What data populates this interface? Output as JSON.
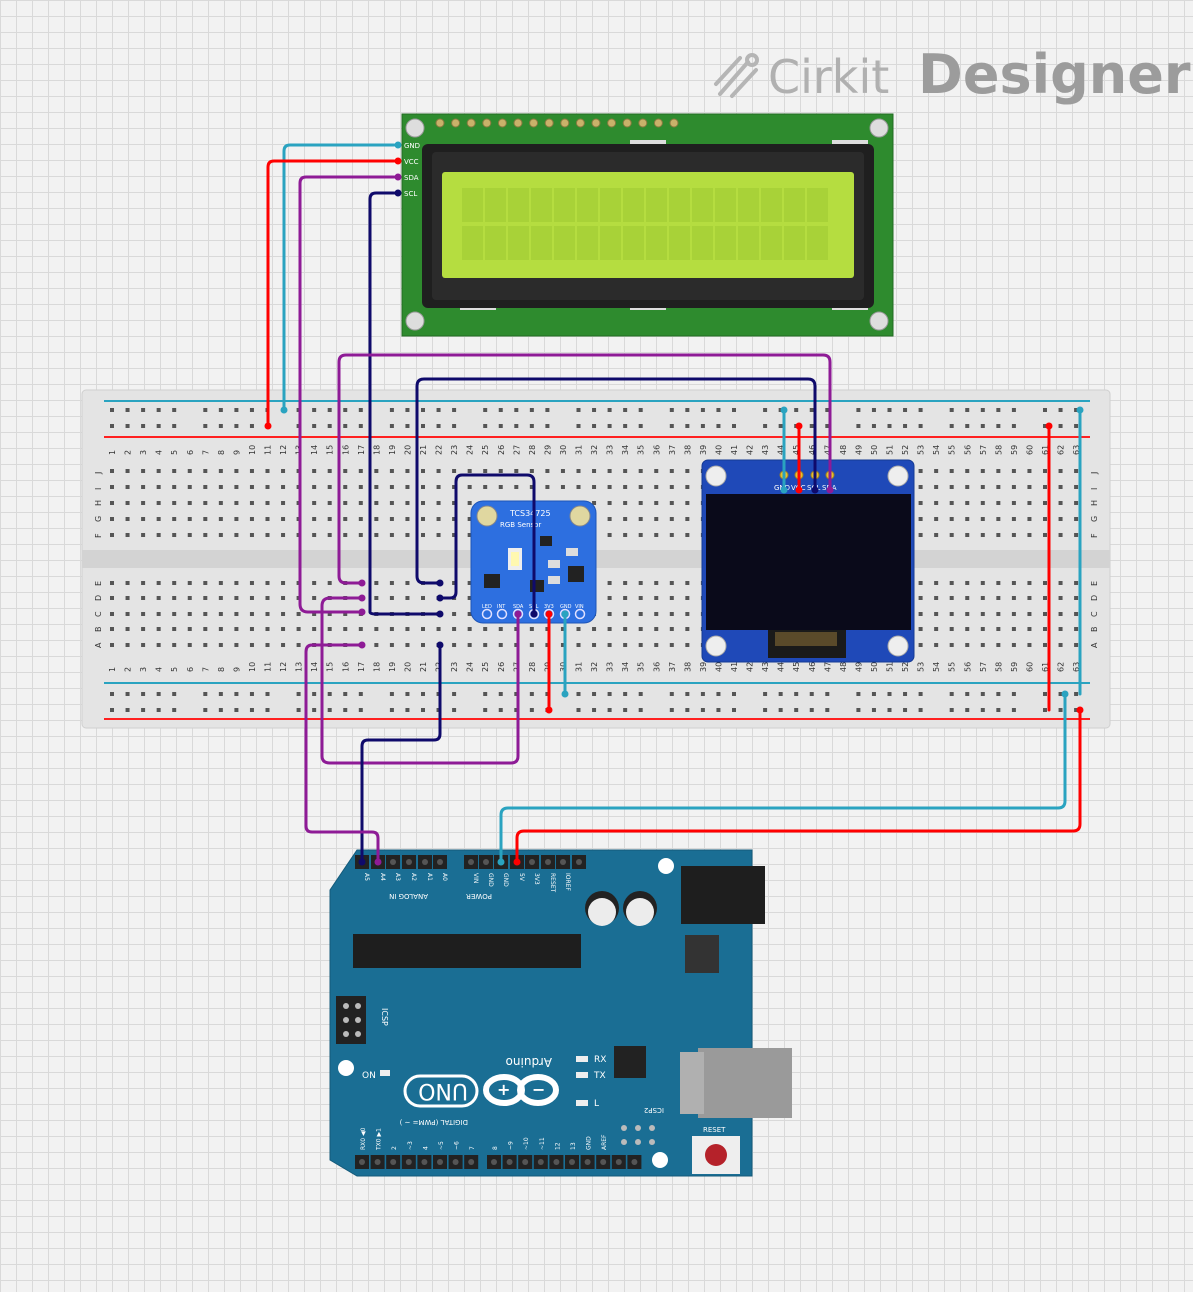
{
  "branding": {
    "brand_name": "Cirkit",
    "product_name": "Designer",
    "logo_icon": "pen-nib-icon"
  },
  "lcd": {
    "component": "LCD 16x2 I2C",
    "pins": [
      "GND",
      "VCC",
      "SDA",
      "SCL"
    ]
  },
  "rgb_sensor": {
    "title": "TCS34725",
    "subtitle": "RGB Sensor",
    "pins": [
      "LED",
      "INT",
      "SDA",
      "SCL",
      "3V3",
      "GND",
      "VIN"
    ]
  },
  "oled": {
    "pins": [
      "GND",
      "VCC",
      "SCL",
      "SDA"
    ]
  },
  "breadboard": {
    "row_labels_top": [
      "J",
      "I",
      "H",
      "G",
      "F"
    ],
    "row_labels_bottom": [
      "E",
      "D",
      "C",
      "B",
      "A"
    ],
    "column_count": 63
  },
  "arduino": {
    "model": "UNO",
    "brand": "Arduino",
    "analog_header_label": "ANALOG IN",
    "analog_pins": [
      "A5",
      "A4",
      "A3",
      "A2",
      "A1",
      "A0"
    ],
    "power_header_label": "POWER",
    "power_pins": [
      "VIN",
      "GND",
      "GND",
      "5V",
      "3V3",
      "RESET",
      "IOREF"
    ],
    "digital_header_label": "DIGITAL (PWM= ~ )",
    "digital_pins": [
      "RX0 ◀0",
      "TX0 ▶1",
      "2",
      "~3",
      "4",
      "~5",
      "~6",
      "7",
      "8",
      "~9",
      "~10",
      "~11",
      "12",
      "13",
      "GND",
      "AREF"
    ],
    "icsp_label": "ICSP",
    "icsp2_label": "ICSP2",
    "on_label": "ON",
    "rx_label": "RX",
    "tx_label": "TX",
    "l_label": "L",
    "reset_label": "RESET"
  },
  "colors": {
    "wire_red": "#ff0000",
    "wire_cyan": "#2aa3c0",
    "wire_purple": "#8e1b96",
    "wire_navy": "#0f0a6b",
    "arduino_blue": "#1a6e94",
    "lcd_green": "#2e8b2e",
    "lcd_screen": "#b5dd40",
    "sensor_blue": "#2d6fe0",
    "oled_frame": "#1f49b8"
  }
}
